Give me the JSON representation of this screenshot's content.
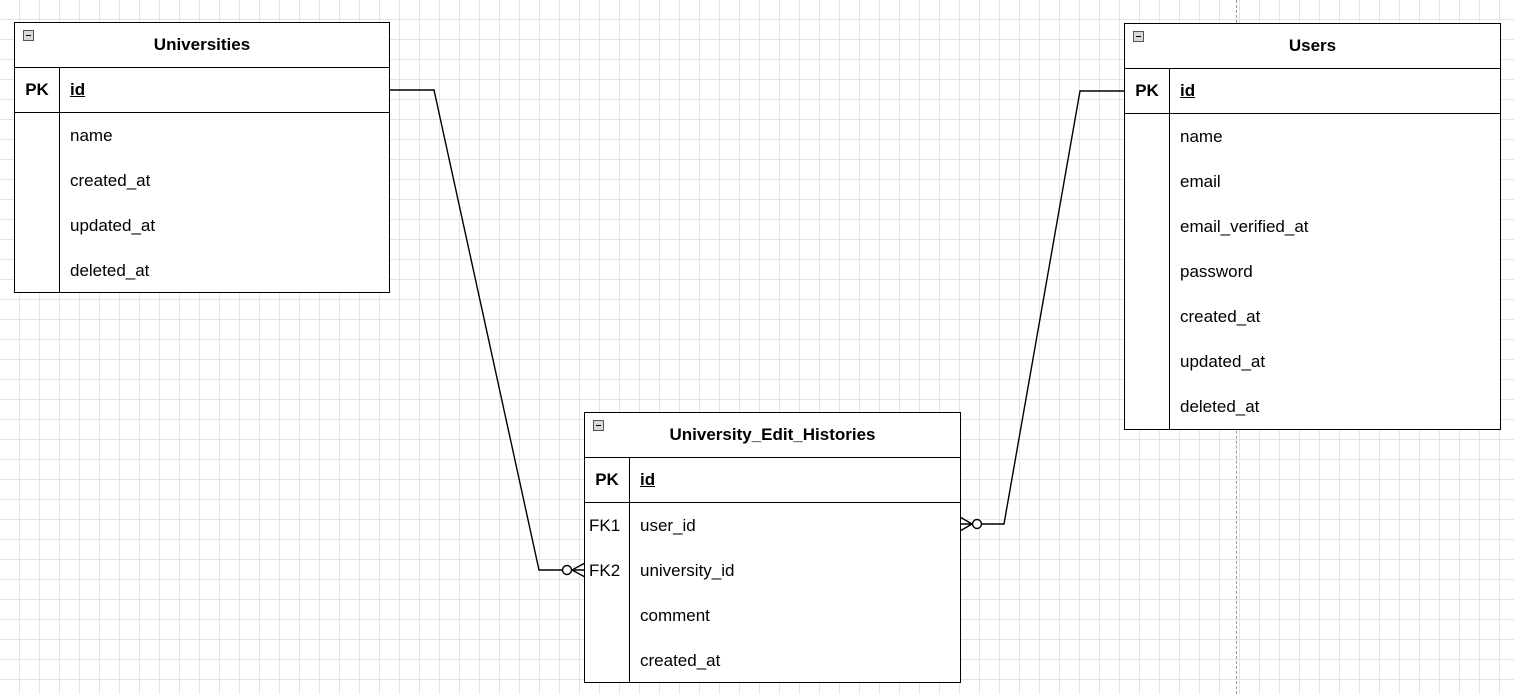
{
  "diagram": {
    "entities": {
      "universities": {
        "title": "Universities",
        "pk": {
          "key": "PK",
          "field": "id"
        },
        "fields": [
          {
            "key": "",
            "field": "name"
          },
          {
            "key": "",
            "field": "created_at"
          },
          {
            "key": "",
            "field": "updated_at"
          },
          {
            "key": "",
            "field": "deleted_at"
          }
        ]
      },
      "users": {
        "title": "Users",
        "pk": {
          "key": "PK",
          "field": "id"
        },
        "fields": [
          {
            "key": "",
            "field": "name"
          },
          {
            "key": "",
            "field": "email"
          },
          {
            "key": "",
            "field": "email_verified_at"
          },
          {
            "key": "",
            "field": "password"
          },
          {
            "key": "",
            "field": "created_at"
          },
          {
            "key": "",
            "field": "updated_at"
          },
          {
            "key": "",
            "field": "deleted_at"
          }
        ]
      },
      "edit_histories": {
        "title": "University_Edit_Histories",
        "pk": {
          "key": "PK",
          "field": "id"
        },
        "fields": [
          {
            "key": "FK1",
            "field": "user_id"
          },
          {
            "key": "FK2",
            "field": "university_id"
          },
          {
            "key": "",
            "field": "comment"
          },
          {
            "key": "",
            "field": "created_at"
          }
        ]
      }
    },
    "relationships": [
      {
        "from": "Universities.id",
        "to": "University_Edit_Histories.university_id",
        "cardinality": "one-to-zero-or-many"
      },
      {
        "from": "Users.id",
        "to": "University_Edit_Histories.user_id",
        "cardinality": "one-to-zero-or-many"
      }
    ]
  }
}
